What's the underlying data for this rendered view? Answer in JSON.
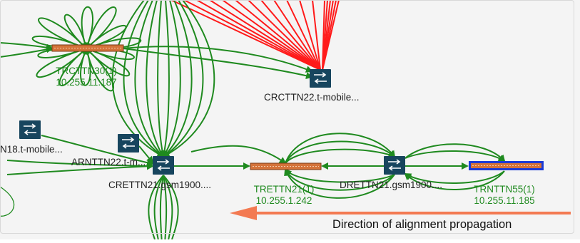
{
  "nodes": {
    "trcttn30": {
      "name": "TRCTTN30(1)",
      "ip": "10.255.11.187"
    },
    "crcttn22": {
      "name": "CRCTTN22.t-mobile..."
    },
    "n18": {
      "name": "N18.t-mobile..."
    },
    "arnttn22": {
      "name": "ARNTTN22.t-m..."
    },
    "crettn21": {
      "name": "CRETTN21.gsm1900...."
    },
    "trettn21": {
      "name": "TRETTN21(1)",
      "ip": "10.255.1.242"
    },
    "drettn21": {
      "name": "DRETTN21.gsm1900...."
    },
    "trnttn55": {
      "name": "TRNTTN55(1)",
      "ip": "10.255.11.185"
    }
  },
  "colors": {
    "link": "#1f8a1f",
    "alert_link": "#ff1a1a",
    "router": "#17455e",
    "card": "#d4733a",
    "card_selected": "#2a3fd8",
    "arrow": "#f37a52",
    "label_green": "#1f8a1f",
    "label_dark": "#222222"
  },
  "legend": {
    "propagation_caption": "Direction of alignment propagation"
  }
}
